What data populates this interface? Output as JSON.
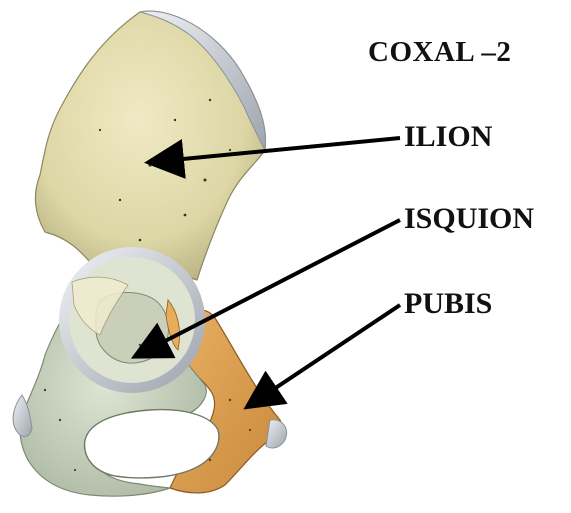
{
  "title": "COXAL –2",
  "labels": {
    "ilion": "ILION",
    "isquion": "ISQUION",
    "pubis": "PUBIS"
  },
  "colors": {
    "ilion_bone": "#e6e0b3",
    "isquion_bone": "#cfd8c2",
    "pubis_bone": "#dda04f",
    "cartilage": "#c7ccd3",
    "arrow": "#000000",
    "text": "#111111"
  }
}
